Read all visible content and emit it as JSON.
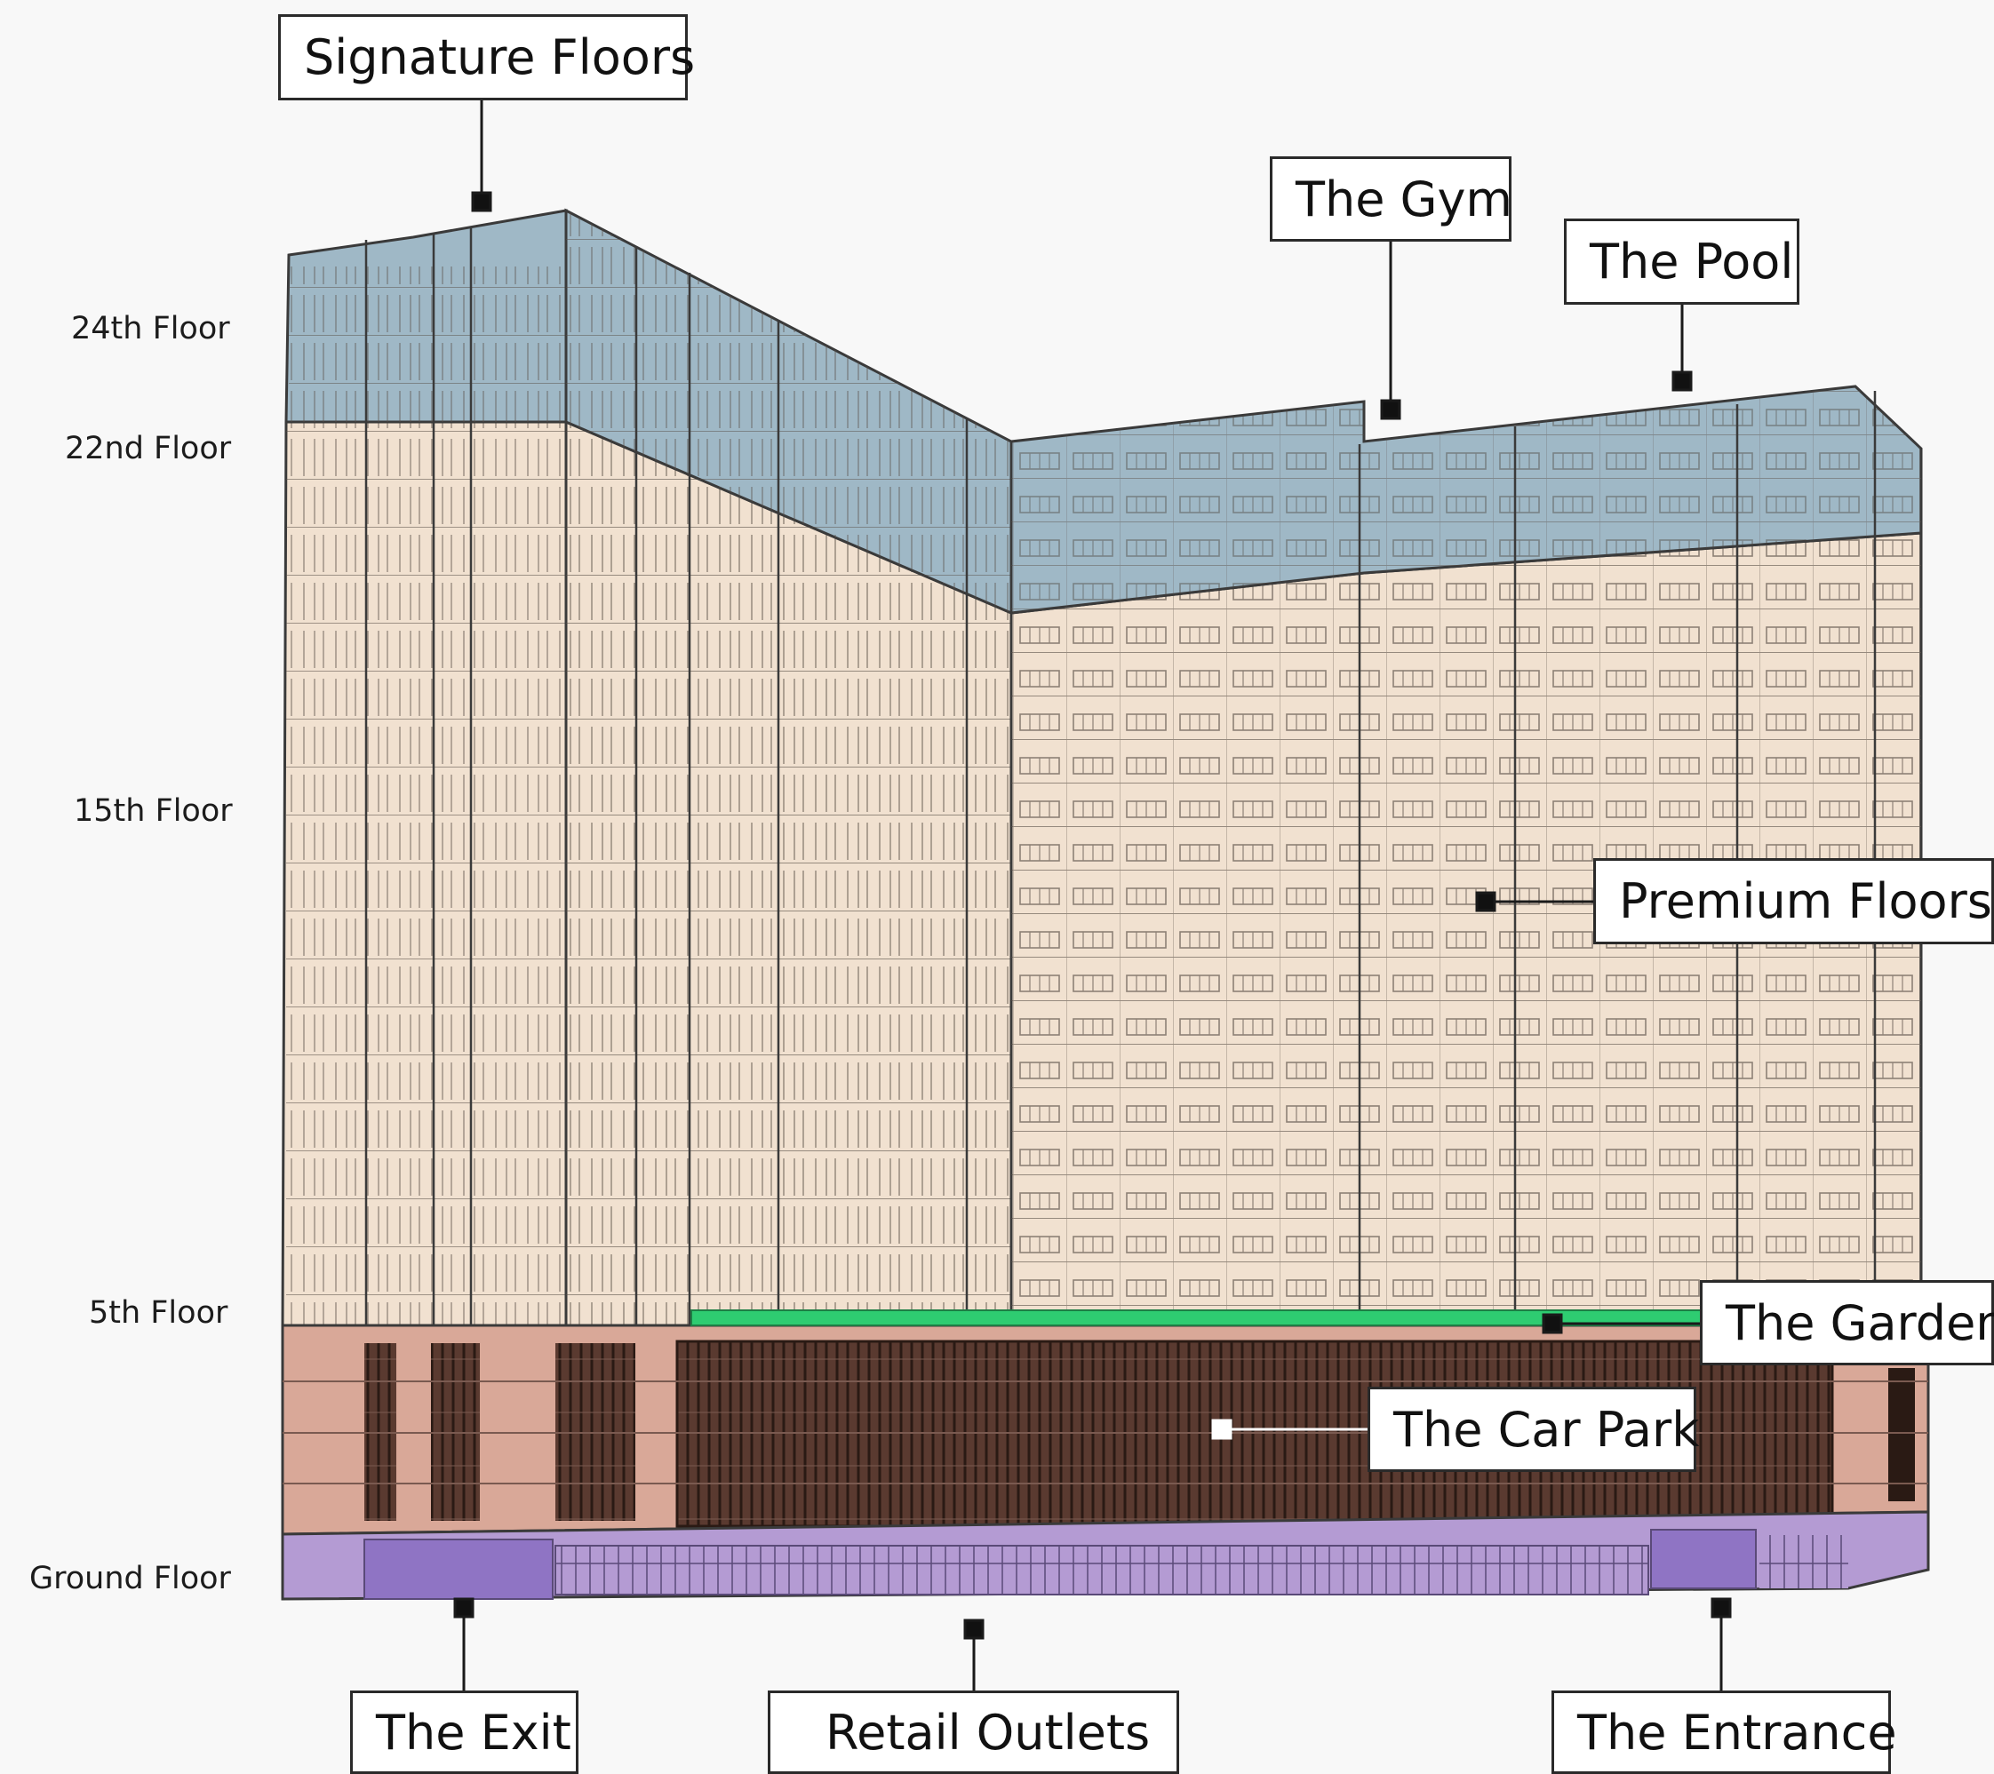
{
  "floor_labels": {
    "f24": "24th Floor",
    "f22": "22nd Floor",
    "f15": "15th Floor",
    "f5": "5th Floor",
    "ground": "Ground Floor"
  },
  "callouts": {
    "signature": "Signature Floors",
    "gym": "The Gym",
    "pool": "The Pool",
    "premium": "Premium Floors",
    "garden": "The Garden",
    "carpark": "The Car Park",
    "exit": "The Exit",
    "retail": "Retail Outlets",
    "entrance": "The Entrance"
  },
  "colors": {
    "background": "#f8f8f8",
    "signature_floors": "#9fb8c6",
    "premium_floors": "#f1e1d0",
    "car_park_podium": "#d9a898",
    "car_park_interior": "#5a3a30",
    "garden": "#2ecc71",
    "ground_floor": "#b49bd3",
    "ground_floor_dark": "#8f74c4",
    "outline": "#3a3a3a"
  }
}
